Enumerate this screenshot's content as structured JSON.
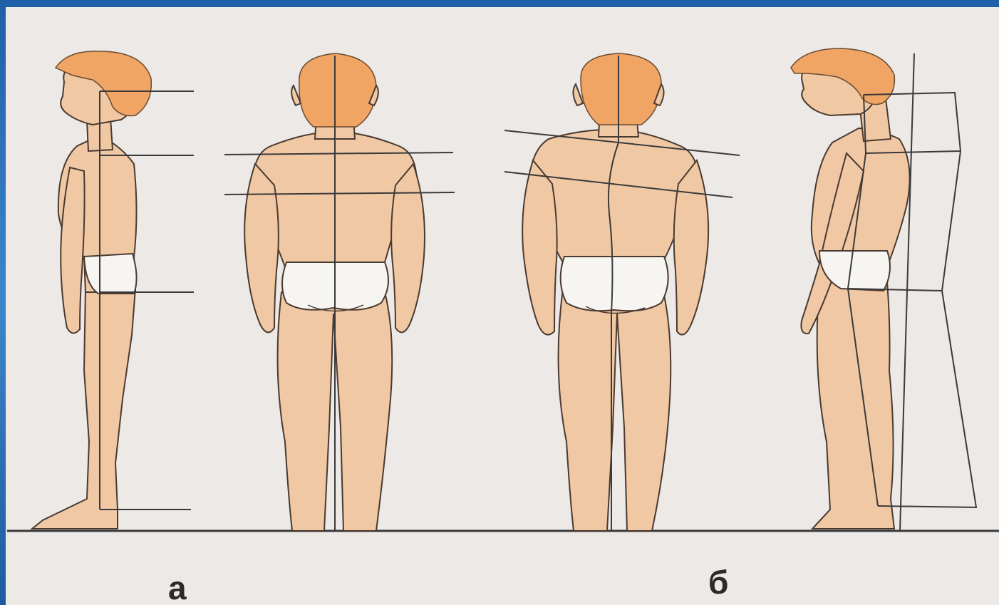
{
  "figure": {
    "panel_a_label": "а",
    "panel_b_label": "б"
  },
  "colors": {
    "skin": "#f0c8a4",
    "hair": "#f0a565",
    "outline": "#4a3a30",
    "line": "#3a3a3a",
    "paper": "#ece9e6",
    "frame": "#2a6fb5"
  },
  "icons": [
    "posture-figure-side-normal",
    "posture-figure-back-normal",
    "posture-figure-back-scoliosis",
    "posture-figure-side-slouch"
  ]
}
